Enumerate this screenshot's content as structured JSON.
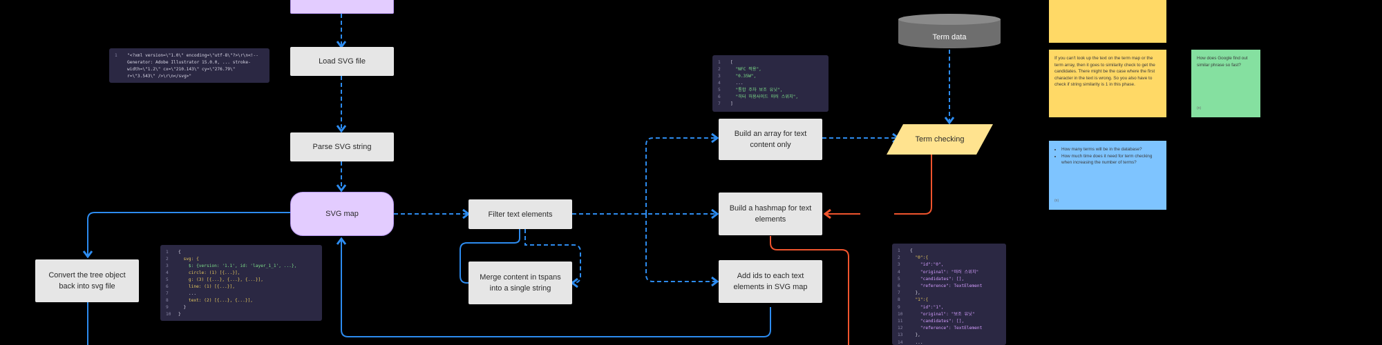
{
  "nodes": {
    "load_svg": "Load SVG file",
    "parse_svg": "Parse SVG string",
    "svg_map": "SVG map",
    "filter_text": "Filter text elements",
    "merge_tspans": "Merge content in tspans into a single string",
    "convert_tree": "Convert the tree object back into svg file",
    "build_array": "Build an array for text content only",
    "build_hashmap": "Build a hashmap for text elements",
    "add_ids": "Add ids to each text elements in SVG map",
    "term_checking": "Term checking",
    "term_data": "Term data"
  },
  "code_blocks": {
    "svg_string": [
      "\"<?xml version=\\\"1.0\\\" encoding=\\\"utf-8\\\"?>\\r\\n<!--",
      "Generator: Adobe Illustrator 15.0.0, ... stroke-",
      "width=\\\"1.2\\\" cx=\\\"210.143\\\" cy=\\\"276.79\\\"",
      "r=\\\"3.543\\\" />\\r\\n</svg>\""
    ],
    "svg_tree": [
      "{",
      "  svg: {",
      "    $: {version: '1.1', id: 'layer_1_1', ...},",
      "    circle: (1) [{...}],",
      "    g: (3) [{...}, {...}, {...}],",
      "    line: (1) [{...}],",
      "    ...",
      "    text: (2) [{...}, {...}],",
      "  }",
      "}"
    ],
    "text_array": [
      "[",
      "  \"NFC 적용\",",
      "  \"0.35W\",",
      "  ...",
      "  \"통합 주차 보조 유닛\",",
      "  \"히터 허용사이드 미러 스위치\",",
      "]"
    ],
    "hashmap": [
      "{",
      "  \"0\":{",
      "    \"id\":\"0\",",
      "    \"original\": \"미러 스위치\"",
      "    \"candidates\": [],",
      "    \"reference\": TextElement",
      "  },",
      "  \"1\":{",
      "    \"id\":\"1\",",
      "    \"original\": \"보조 유닛\"",
      "    \"candidates\": [],",
      "    \"reference\": TextElement",
      "  },",
      "  ..."
    ]
  },
  "stickies": {
    "candidates_note": "If you can't look up the text on the term map or the term array, then it goes to similarity check to get the candidates. There might be the case where the first character in the text is wrong. So you also have to check if string similarity is 1 in this phase.",
    "google_note": "How does Google find out similar phrase so fast?",
    "questions": [
      "How many terms will be in the database?",
      "How much time does it need for term checking when increasing the number of terms?"
    ],
    "foot_small": "(n)"
  },
  "colors": {
    "background": "#000000",
    "box": "#e6e6e6",
    "pill": "#e3ccff",
    "code_bg": "#2b2843",
    "blue_wire": "#2d8cf0",
    "red_wire": "#f0542d",
    "sticky_yellow": "#ffd966",
    "sticky_green": "#85e0a0",
    "sticky_blue": "#7ec4ff",
    "term_checking": "#ffe38f",
    "db_gray": "#6e6e6e"
  }
}
